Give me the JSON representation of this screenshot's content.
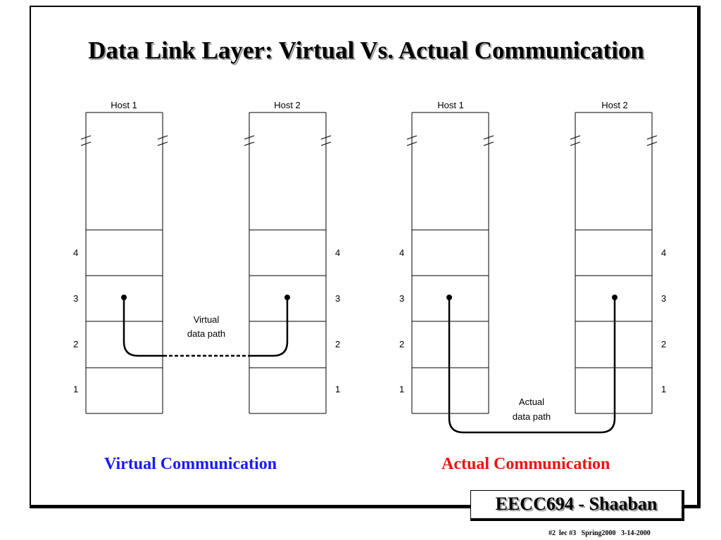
{
  "slide": {
    "title": "Data Link Layer: Virtual Vs. Actual Communication",
    "badge": "EECC694 - Shaaban",
    "footer": "#2  lec #3   Spring2000   3-14-2000"
  },
  "virtual_panel": {
    "host1_label": "Host 1",
    "host2_label": "Host 2",
    "layer_labels": [
      "4",
      "3",
      "2",
      "1"
    ],
    "path_label_line1": "Virtual",
    "path_label_line2": "data path",
    "caption": "Virtual Communication",
    "caption_color": "#1a1aff"
  },
  "actual_panel": {
    "host1_label": "Host 1",
    "host2_label": "Host 2",
    "layer_labels": [
      "4",
      "3",
      "2",
      "1"
    ],
    "path_label_line1": "Actual",
    "path_label_line2": "data path",
    "caption": "Actual Communication",
    "caption_color": "#ee1111"
  }
}
